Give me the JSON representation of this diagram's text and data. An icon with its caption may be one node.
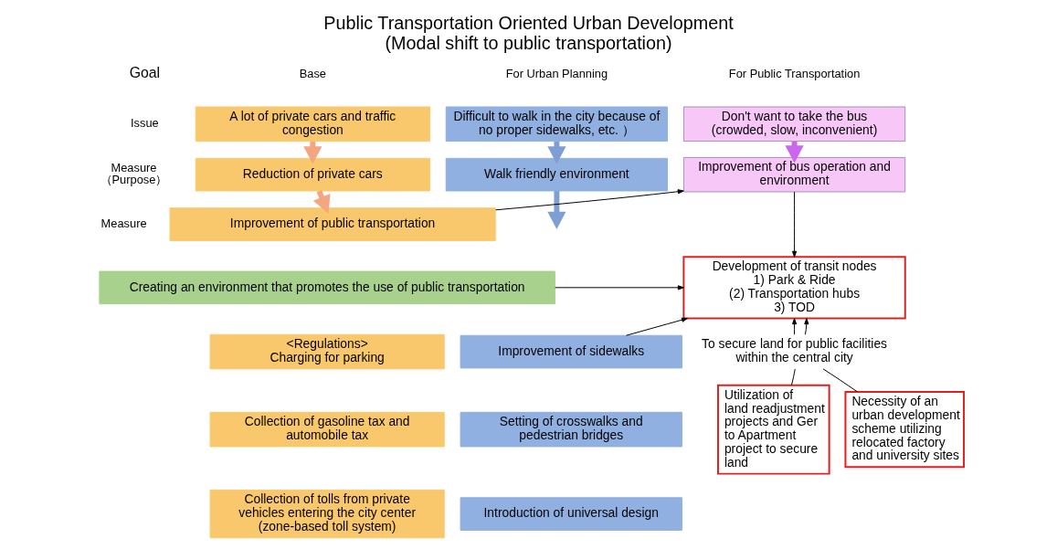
{
  "diagram": {
    "title": "Public Transportation Oriented Urban Development (Modal shift to public transportation)",
    "nodes": [
      {
        "text": [
          "A lot of private cars and traffic congestion"
        ]
      },
      {
        "text": [
          "Difficult to walk in the city because of no proper sidewalks, etc. ）"
        ]
      },
      {
        "text": [
          "Don't want to take the bus (crowded, slow, inconvenient)"
        ]
      },
      {
        "text": [
          "Reduction of private cars"
        ]
      },
      {
        "text": [
          "Walk friendly environment"
        ]
      },
      {
        "text": [
          "Improvement of bus operation and environment"
        ]
      },
      {
        "text": [
          "Improvement of public transportation"
        ]
      },
      {
        "text": [
          "Creating an environment that promotes the use of public transportation"
        ]
      },
      {
        "text": [
          "Development of transit nodes",
          "1) Park & Ride",
          "(2) Transportation hubs",
          "3) TOD"
        ]
      },
      {
        "text": [
          "<Regulations>",
          "Charging for parking"
        ]
      },
      {
        "text": [
          "Collection of gasoline tax and automobile tax"
        ]
      },
      {
        "text": [
          "Collection of tolls from private vehicles entering the city center (zone-based toll system)"
        ]
      },
      {
        "text": [
          "Improvement of sidewalks"
        ]
      },
      {
        "text": [
          "Setting of crosswalks and pedestrian bridges"
        ]
      },
      {
        "text": [
          "Introduction of universal design"
        ]
      },
      {
        "text": [
          "To secure land for public facilities within the central city"
        ]
      },
      {
        "text": [
          "Utilization of land readjustment projects and Ger to Apartment project to secure land"
        ]
      },
      {
        "text": [
          "Necessity of an urban development scheme utilizing relocated factory and university sites"
        ]
      }
    ],
    "edges": [
      {
        "from": 0,
        "to": 3,
        "arrow": "to",
        "style": "thick",
        "color": "#f4a582"
      },
      {
        "from": 3,
        "to": 6,
        "arrow": "to",
        "style": "thick",
        "color": "#f4a582"
      },
      {
        "from": 1,
        "to": 4,
        "arrow": "to",
        "style": "thick",
        "color": "#7f9fd4"
      },
      {
        "from": 4,
        "to": null,
        "arrow": "to",
        "style": "thick",
        "color": "#7f9fd4"
      },
      {
        "from": 2,
        "to": 5,
        "arrow": "to",
        "style": "thick",
        "color": "#cc66ee"
      },
      {
        "from": 6,
        "to": 5,
        "arrow": "to"
      },
      {
        "from": 5,
        "to": 8,
        "arrow": "to"
      },
      {
        "from": 7,
        "to": 8,
        "arrow": "to"
      },
      {
        "from": 12,
        "to": 8,
        "arrow": "to"
      },
      {
        "from": 16,
        "to": 15,
        "arrow": "none"
      },
      {
        "from": 17,
        "to": 15,
        "arrow": "none"
      },
      {
        "from": 15,
        "to": 8,
        "arrow": "to"
      },
      {
        "from": 15,
        "to": 8,
        "arrow": "to"
      }
    ],
    "labels": [
      "Goal",
      "Base",
      "For Urban Planning",
      "For Public Transportation",
      "Issue",
      "Measure （Purpose）",
      "Measure"
    ]
  }
}
